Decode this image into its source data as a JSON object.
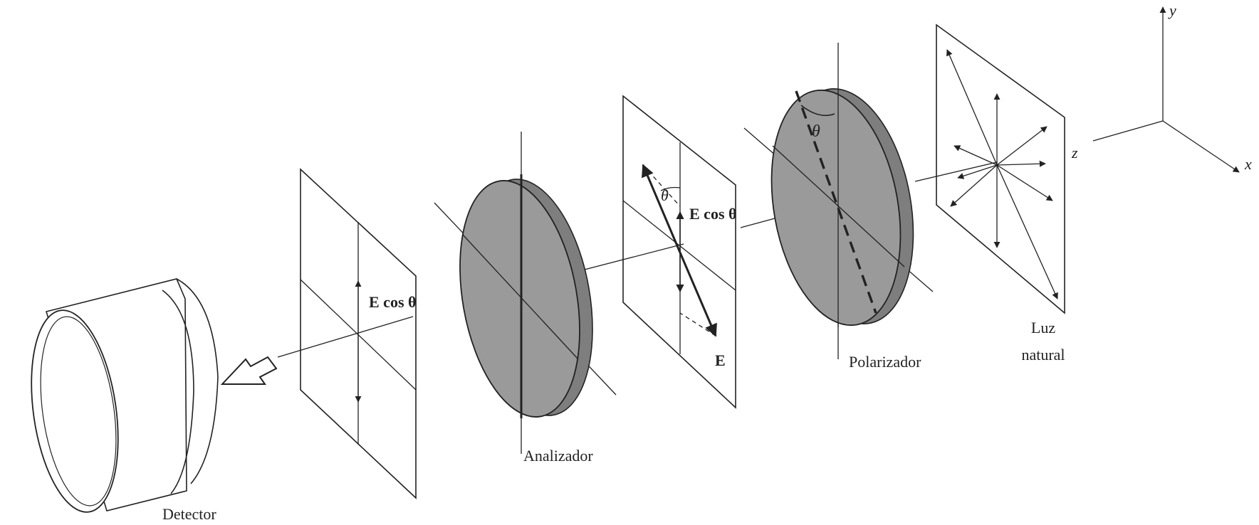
{
  "labels": {
    "detector": "Detector",
    "analyzer": "Analizador",
    "polarizer": "Polarizador",
    "natural_light_line1": "Luz",
    "natural_light_line2": "natural",
    "e_cos_theta_left": "E cos θ",
    "e_cos_theta_mid": "E cos θ",
    "e_vector": "E",
    "theta_mid": "θ",
    "theta_polarizer": "θ"
  },
  "axes": {
    "x": "x",
    "y": "y",
    "z": "z"
  }
}
